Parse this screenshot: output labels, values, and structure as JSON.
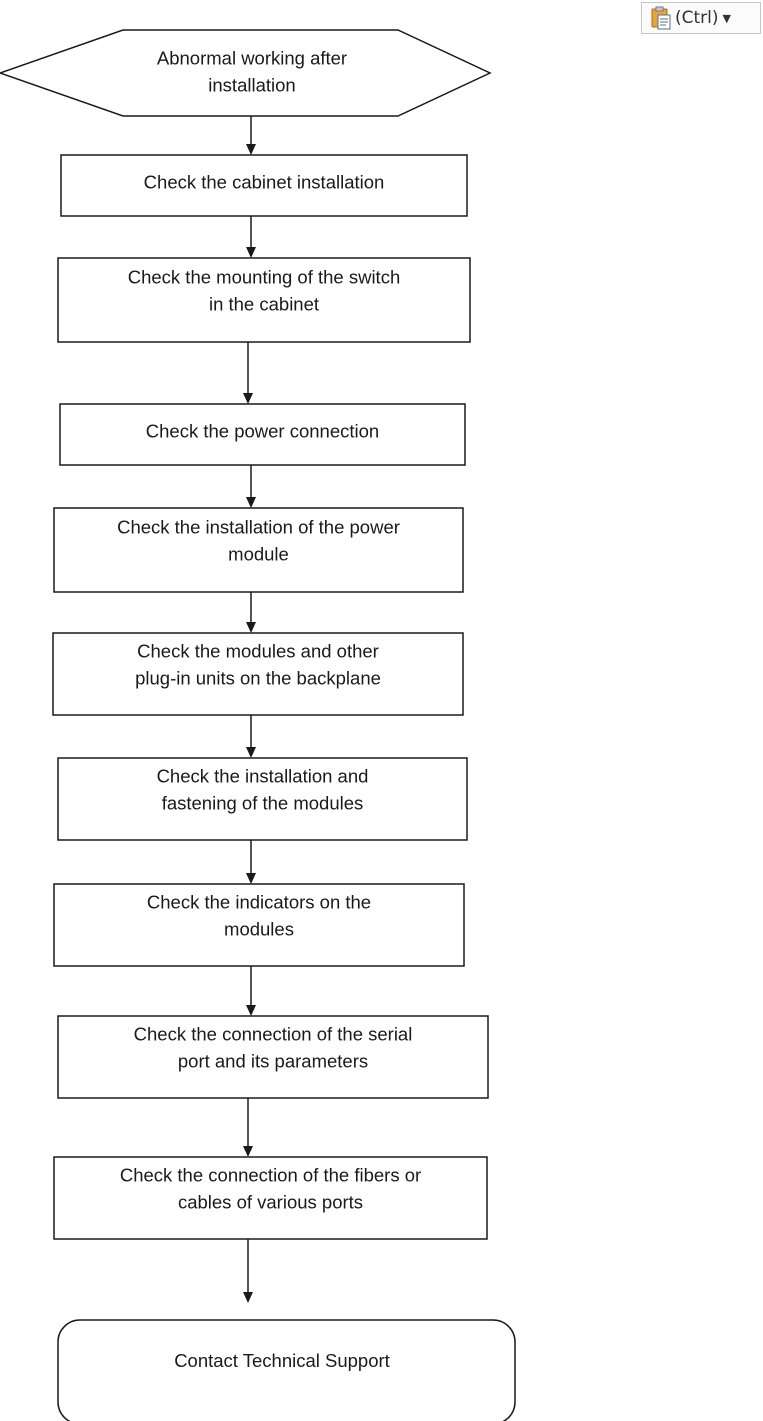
{
  "paste_options": {
    "label": "(Ctrl)",
    "icon": "clipboard-paste-icon",
    "dropdown_icon": "chevron-down-icon"
  },
  "flowchart": {
    "start": [
      "Abnormal working after",
      "installation"
    ],
    "steps": [
      [
        "Check the cabinet installation"
      ],
      [
        "Check the mounting of the switch",
        "in the cabinet"
      ],
      [
        "Check the power  connection"
      ],
      [
        "Check the installation of the power",
        "module"
      ],
      [
        "Check the modules and other",
        "plug-in units on the backplane"
      ],
      [
        "Check the installation and",
        "fastening of the modules"
      ],
      [
        "Check the indicators on the",
        "modules"
      ],
      [
        "Check the connection of the serial",
        "port and its parameters"
      ],
      [
        "Check the connection of the fibers or",
        "cables of various ports"
      ]
    ],
    "end": [
      "Contact Technical Support"
    ]
  },
  "colors": {
    "stroke": "#1a1a1a",
    "text": "#1a1a1a",
    "background": "#ffffff",
    "icon_accent": "#e8a33c"
  }
}
